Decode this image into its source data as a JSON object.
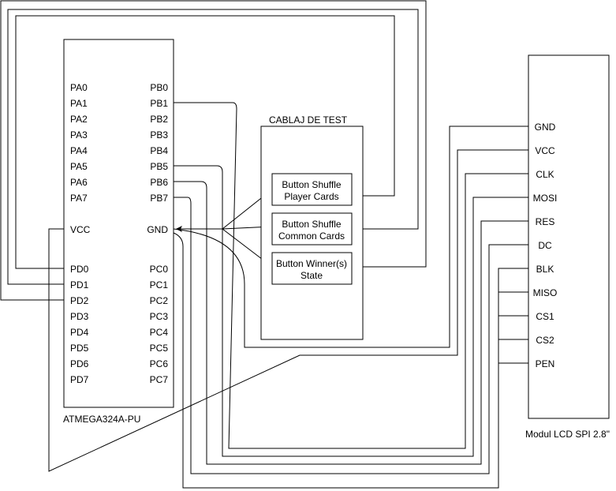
{
  "mcu": {
    "name": "ATMEGA324A-PU",
    "pins_left": [
      "PA0",
      "PA1",
      "PA2",
      "PA3",
      "PA4",
      "PA5",
      "PA6",
      "PA7",
      "VCC",
      "PD0",
      "PD1",
      "PD2",
      "PD3",
      "PD4",
      "PD5",
      "PD6",
      "PD7"
    ],
    "pins_right": [
      "PB0",
      "PB1",
      "PB2",
      "PB3",
      "PB4",
      "PB5",
      "PB6",
      "PB7",
      "GND",
      "PC0",
      "PC1",
      "PC2",
      "PC3",
      "PC4",
      "PC5",
      "PC6",
      "PC7"
    ]
  },
  "test_harness": {
    "title": "CABLAJ DE TEST",
    "buttons": [
      {
        "line1": "Button Shuffle",
        "line2": "Player Cards"
      },
      {
        "line1": "Button Shuffle",
        "line2": "Common Cards"
      },
      {
        "line1": "Button Winner(s)",
        "line2": "State"
      }
    ]
  },
  "lcd": {
    "name": "Modul LCD SPI 2.8\"",
    "pins": [
      "GND",
      "VCC",
      "CLK",
      "MOSI",
      "RES",
      "DC",
      "BLK",
      "MISO",
      "CS1",
      "CS2",
      "PEN"
    ]
  }
}
